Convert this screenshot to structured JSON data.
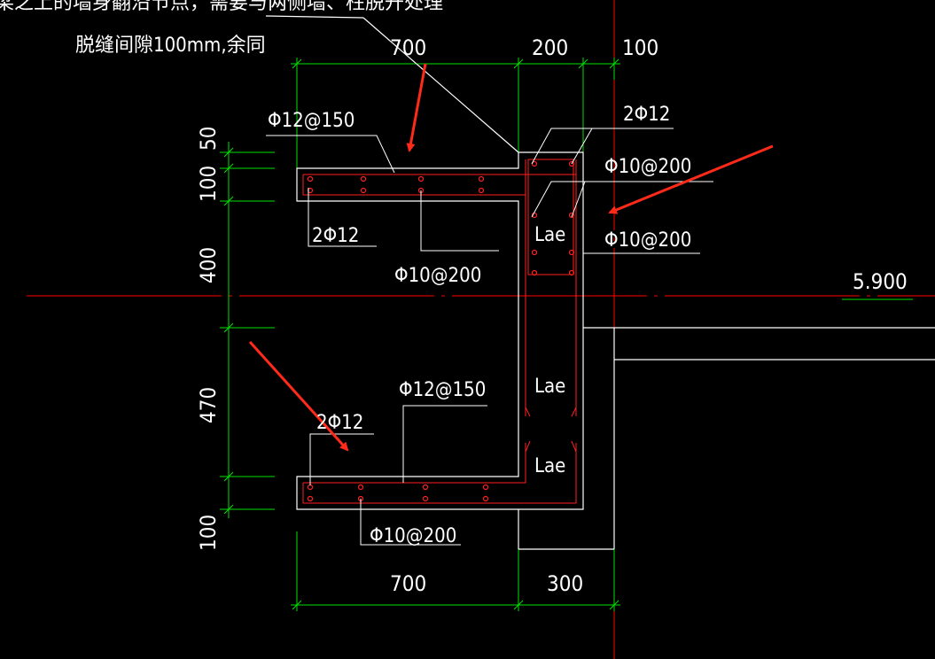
{
  "notes": {
    "line1": "梁之上的墙身翻沿节点，需要与两侧墙、柱脱开处理",
    "line2": "脱缝间隙100mm,余同"
  },
  "dimensions": {
    "top_700": "700",
    "top_200": "200",
    "top_100": "100",
    "left_50": "50",
    "left_100_top": "100",
    "left_400": "400",
    "left_470": "470",
    "left_100_bottom": "100",
    "bottom_700": "700",
    "bottom_300": "300"
  },
  "labels": {
    "top_slab_rebar": "Φ12@150",
    "top_slab_corner_bars": "2Φ12",
    "top_slab_dist": "Φ10@200",
    "column_corner_bars": "2Φ12",
    "column_stirrup_1": "Φ10@200",
    "column_stirrup_2": "Φ10@200",
    "lae_1": "Lae",
    "lae_2": "Lae",
    "lae_3": "Lae",
    "bottom_slab_rebar": "Φ12@150",
    "bottom_slab_corner_bars": "2Φ12",
    "bottom_slab_dist": "Φ10@200",
    "elevation": "5.900"
  },
  "colors": {
    "background": "#000000",
    "outline": "#ffffff",
    "rebar": "#ff2020",
    "dimension": "#00e000",
    "axis": "#ff0000",
    "arrow": "#ff2a1a",
    "text": "#ffffff"
  }
}
